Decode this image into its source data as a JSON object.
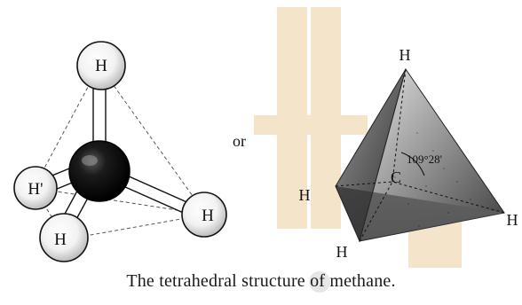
{
  "background": "#ffffff",
  "watermark_color": "#e8c488",
  "ball_stick": {
    "top_atom": "H",
    "left_atom": "H'",
    "lower_left_atom": "H",
    "right_atom": "H",
    "center_atom": ""
  },
  "connector": "or",
  "tetrahedron": {
    "top_atom": "H",
    "left_atom": "H",
    "bottom_atom": "H",
    "right_atom": "H",
    "center_atom": "C",
    "angle": "109°28'"
  },
  "caption": "The tetrahedral structure of methane."
}
